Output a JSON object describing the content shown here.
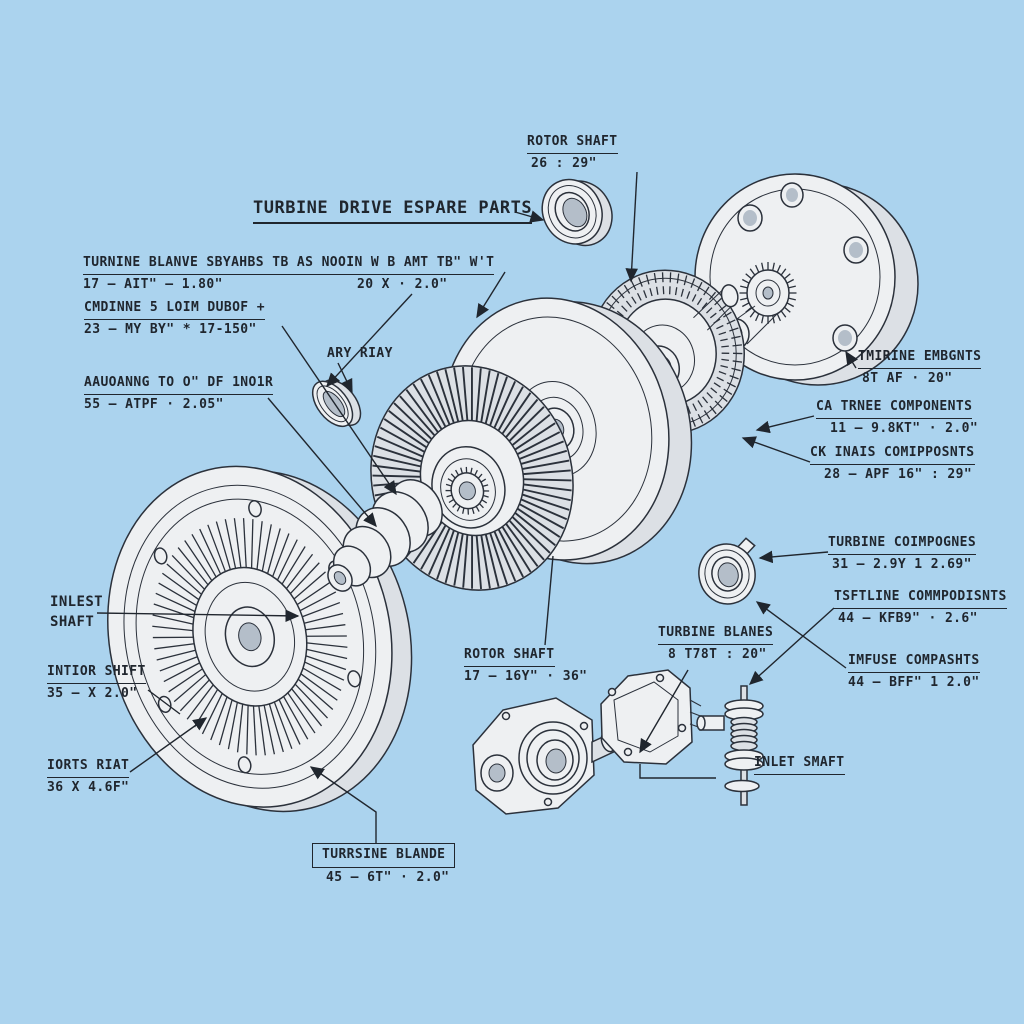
{
  "title": "TURBINE DRIVE ESPARE PARTS",
  "colors": {
    "background": "#abd3ee",
    "ink": "#20262e",
    "part_line": "#2b313b",
    "part_fill": "#eef0f2"
  },
  "labels": {
    "rotor_shaft_top": {
      "name": "ROTOR SHAFT",
      "value": "26 : 29\""
    },
    "turbine_blade_note": {
      "name": "TURNINE BLANVE SBYAHBS TB AS NOOIN W B AMT TB\" W'T",
      "value": "17 – AIT\" – 1.80\""
    },
    "qty_note": {
      "value": "20 X · 2.0\""
    },
    "cmdinne_note": {
      "name": "CMDINNE 5 LOIM DUBOF +",
      "value": "23 – MY BY\" * 17-150\""
    },
    "ary_riay": {
      "name": "ARY RIAY"
    },
    "aauoanng_note": {
      "name": "AAUOANNG TO O\" DF 1NO1R",
      "value": "55 – ATPF · 2.05\""
    },
    "tmirine": {
      "name": "TMIRINE EMBGNTS",
      "value": "8T AF · 20\""
    },
    "ca_trnee": {
      "name": "CA TRNEE COMPONENTS",
      "value": "11 – 9.8KT\" · 2.0\""
    },
    "ck_inais": {
      "name": "CK INAIS COMIPPOSNTS",
      "value": "28 – APF 16\" : 29\""
    },
    "turbine_coimpognes": {
      "name": "TURBINE COIMPOGNES",
      "value": "31 – 2.9Y 1 2.69\""
    },
    "tsftline": {
      "name": "TSFTLINE COMMPODISNTS",
      "value": "44 – KFB9\" · 2.6\""
    },
    "imfuse": {
      "name": "IMFUSE COMPASHTS",
      "value": "44 – BFF\" 1 2.0\""
    },
    "inlest_shaft": {
      "name": "INLEST",
      "value": "SHAFT"
    },
    "intior_shift": {
      "name": "INTIOR SHIFT",
      "value": "35 – X 2.0\""
    },
    "iorts_riat": {
      "name": "IORTS RIAT",
      "value": "36 X 4.6F\""
    },
    "rotor_shaft_bottom": {
      "name": "ROTOR SHAFT",
      "value": "17 – 16Y\" · 36\""
    },
    "turbine_blanes": {
      "name": "TURBINE BLANES",
      "value": "8 T78T : 20\""
    },
    "turrsine_blande": {
      "name": "TURRSINE BLANDE",
      "value": "45 – 6T\" · 2.0\""
    },
    "inlet_smaft": {
      "name": "INLET SMAFT"
    }
  }
}
